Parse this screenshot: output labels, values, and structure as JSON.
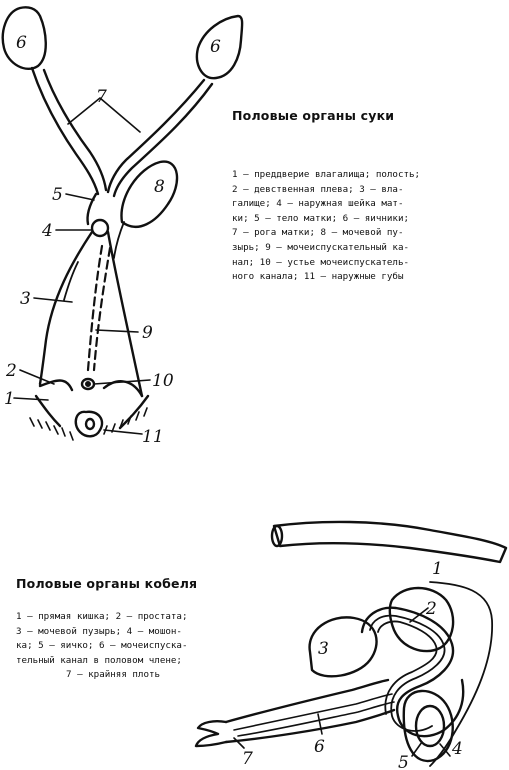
{
  "female": {
    "title": "Половые органы суки",
    "legend_lines": [
      "1 — преддверие влагалища; полость;",
      "2 — девственная плева; 3 — вла-",
      "галище; 4 — наружная шейка мат-",
      "ки; 5 — тело матки; 6 — яичники;",
      "7 — рога матки; 8 — мочевой пу-",
      "зырь; 9 — мочеиспускательный ка-",
      "нал; 10 — устье мочеиспускатель-",
      "ного канала; 11 — наружные губы"
    ],
    "labels": [
      "6",
      "6",
      "7",
      "8",
      "5",
      "4",
      "3",
      "9",
      "2",
      "10",
      "1",
      "11"
    ]
  },
  "male": {
    "title": "Половые органы кобеля",
    "legend_lines": [
      "1 — прямая кишка; 2 — простата;",
      "3 — мочевой пузырь; 4 — мошон-",
      "ка; 5 — яичко; 6 — мочеиспуска-",
      "тельный канал в половом члене;",
      "7 — крайняя плоть"
    ],
    "labels": [
      "1",
      "2",
      "3",
      "6",
      "7",
      "5",
      "4"
    ]
  }
}
